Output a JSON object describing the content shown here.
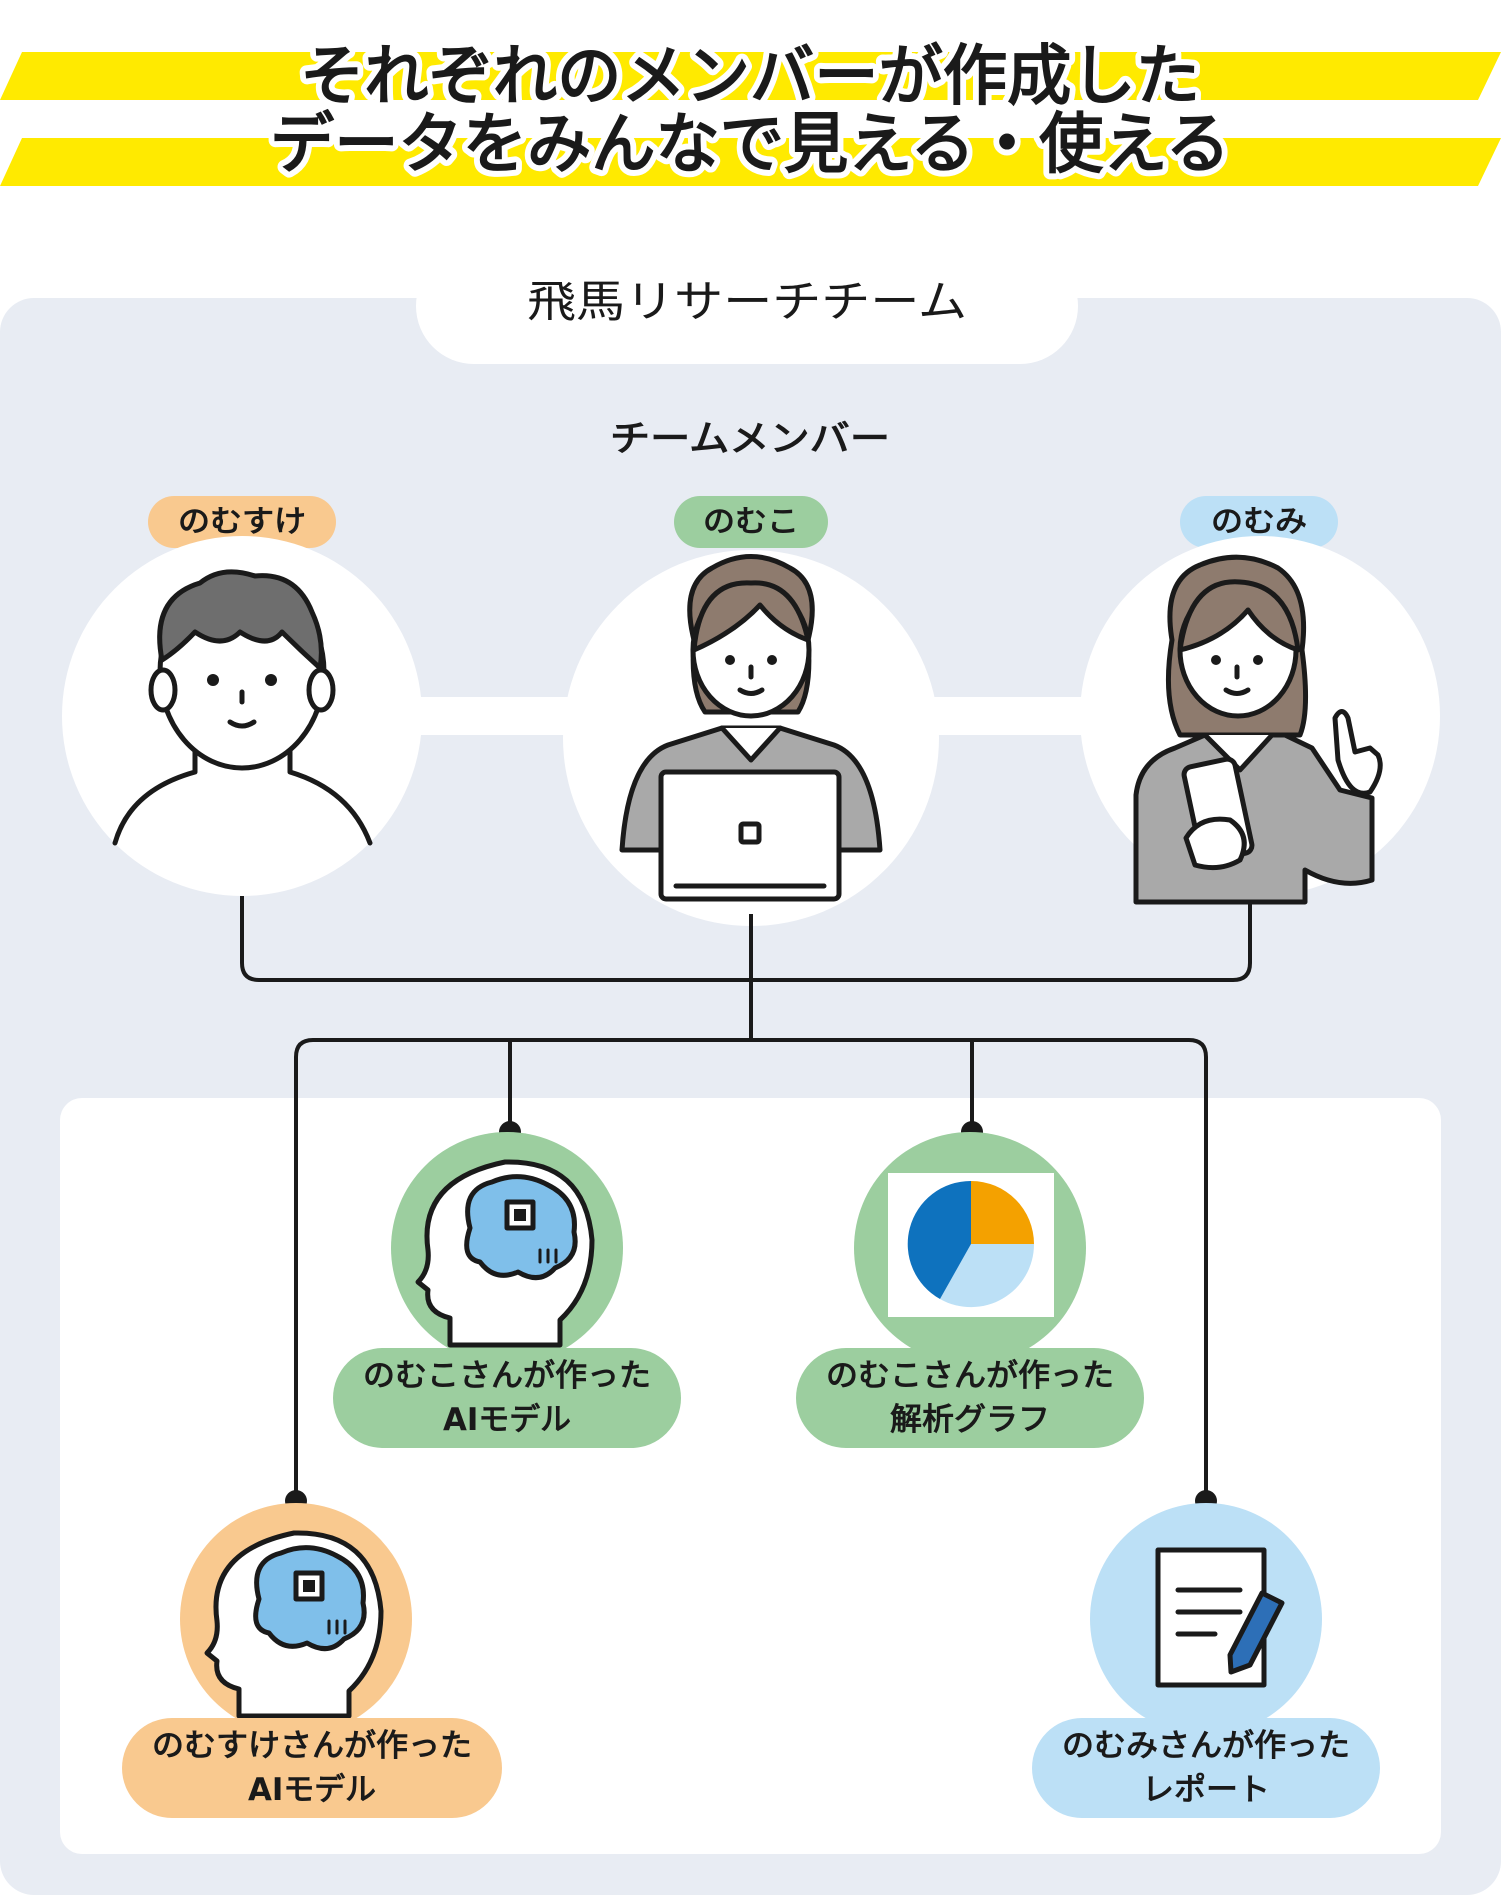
{
  "headline": {
    "line1": "それぞれのメンバーが作成した",
    "line2": "データをみんなで見える・使える"
  },
  "team": {
    "name": "飛馬リサーチチーム",
    "members_heading": "チームメンバー",
    "members": [
      {
        "name": "のむすけ"
      },
      {
        "name": "のむこ"
      },
      {
        "name": "のむみ"
      }
    ]
  },
  "artifacts": [
    {
      "line1": "のむこさんが作った",
      "line2": "AIモデル"
    },
    {
      "line1": "のむこさんが作った",
      "line2": "解析グラフ"
    },
    {
      "line1": "のむすけさんが作った",
      "line2": "AIモデル"
    },
    {
      "line1": "のむみさんが作った",
      "line2": "レポート"
    }
  ],
  "colors": {
    "highlight_yellow": "#FFEA00",
    "panel_bg": "#E8ECF3",
    "nomusuke_orange": "#F9C98F",
    "nomuko_green": "#9CCE9F",
    "nomumi_blue": "#BCE0F6",
    "brain_blue": "#7FBFEA",
    "pie_blue": "#0E72BE",
    "pie_orange": "#F4A100",
    "pie_light": "#BCE0F6",
    "jacket_gray": "#A9A9A9",
    "hair_dark": "#6E6E6E",
    "hair_brown": "#8E7B6E",
    "line_color": "#1a1a1a"
  },
  "icons": [
    "person-icon",
    "laptop-icon",
    "smartphone-icon",
    "brain-chip-icon",
    "pie-chart-icon",
    "document-pen-icon"
  ]
}
